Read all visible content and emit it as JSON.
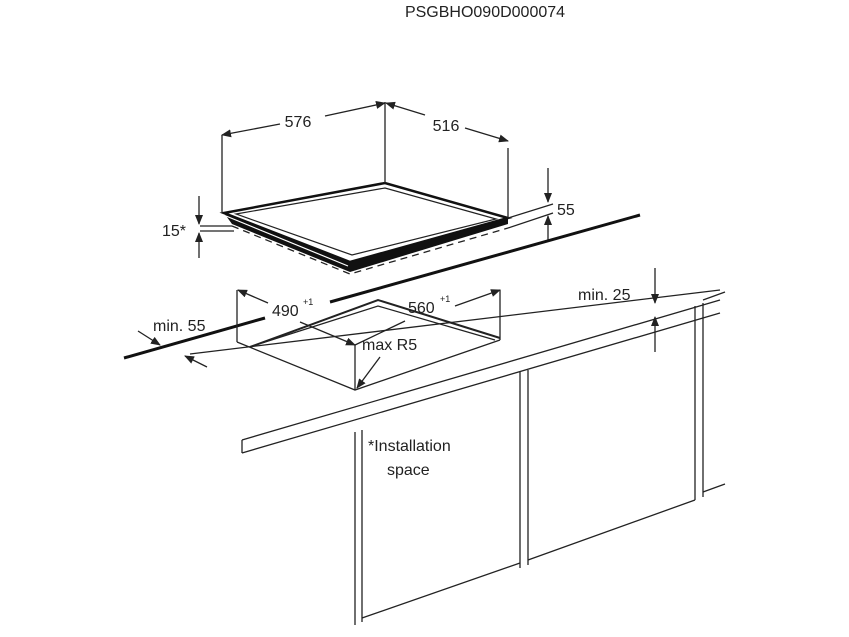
{
  "header": {
    "code": "PSGBHO090D000074"
  },
  "hob": {
    "width": "576",
    "depth": "516",
    "height": "55",
    "clearance": "15*"
  },
  "cutout": {
    "width": "490",
    "width_tol": "+1",
    "depth": "560",
    "depth_tol": "+1",
    "radius": "max R5",
    "front_margin": "min. 55",
    "wall_margin": "min. 25"
  },
  "note": {
    "line1": "*Installation",
    "line2": "space"
  }
}
